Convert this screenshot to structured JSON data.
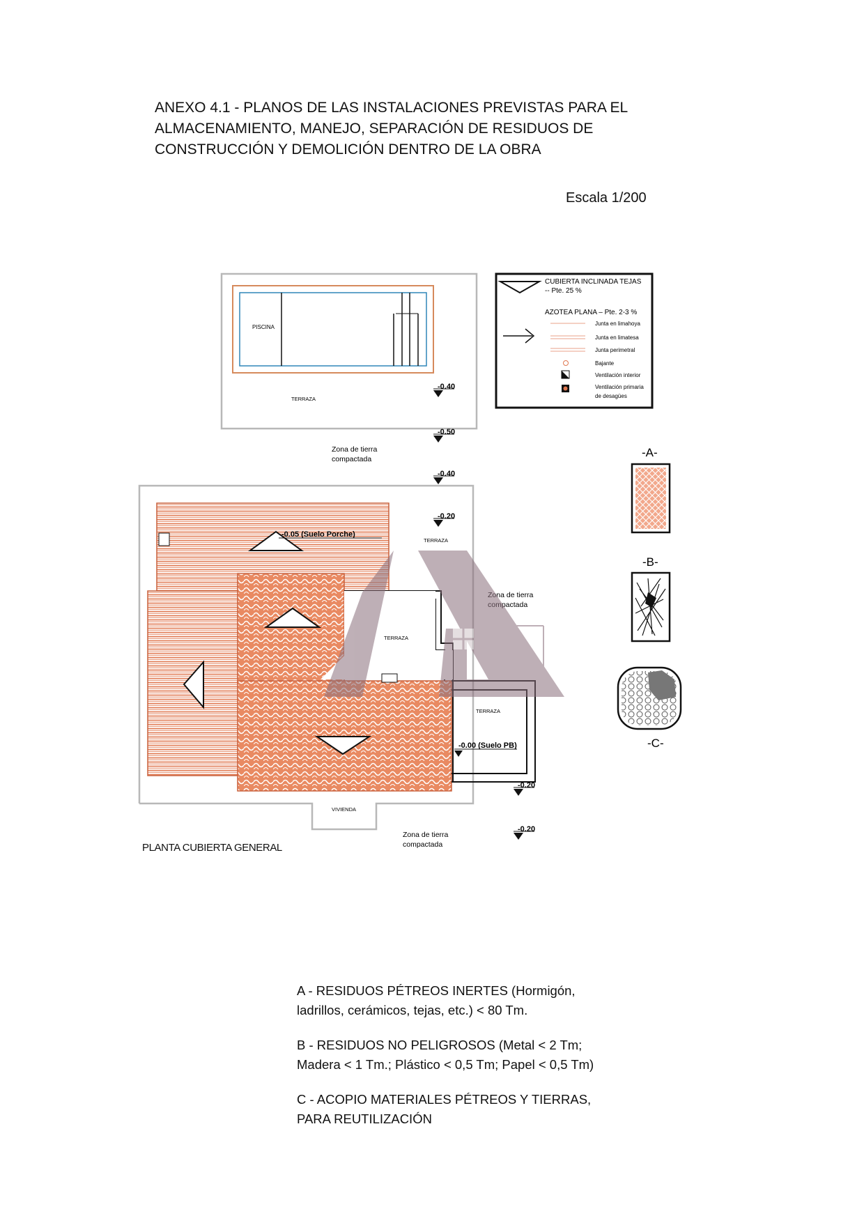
{
  "title": {
    "line1": "ANEXO 4.1 -  PLANOS DE LAS INSTALACIONES PREVISTAS PARA EL",
    "line2": "ALMACENAMIENTO, MANEJO, SEPARACIÓN DE RESIDUOS DE",
    "line3": "CONSTRUCCIÓN Y DEMOLICIÓN DENTRO DE LA OBRA"
  },
  "scale": "Escala 1/200",
  "legend": {
    "cubierta": "CUBIERTA INCLINADA TEJAS",
    "pte25": "-- Pte. 25 %",
    "azotea": "AZOTEA PLANA – Pte. 2-3 %",
    "limahoya": "Junta en limahoya",
    "limatesa": "Junta en limatesa",
    "perimetral": "Junta perimetral",
    "bajante": "Bajante",
    "vent_interior": "Ventilación interior",
    "vent_primaria_1": "Ventilación primaria",
    "vent_primaria_2": "de desagües"
  },
  "plan": {
    "piscina": "PISCINA",
    "terraza": "TERRAZA",
    "vivienda": "VIVIENDA",
    "zona_l1": "Zona de tierra",
    "zona_l2": "compactada",
    "lvl_040": "-0.40",
    "lvl_050": "-0.50",
    "lvl_020": "-0.20",
    "lvl_005": "-0.05 (Suelo Porche)",
    "lvl_000": "-0.00 (Suelo PB)",
    "name": "PLANTA CUBIERTA GENERAL"
  },
  "containers": {
    "a": "-A-",
    "b": "-B-",
    "c": "-C-"
  },
  "notes": {
    "a1": "A - RESIDUOS PÉTREOS INERTES (Hormigón,",
    "a2": "ladrillos, cerámicos, tejas, etc.) < 80 Tm.",
    "b1": "B - RESIDUOS NO PELIGROSOS (Metal < 2 Tm;",
    "b2": "Madera < 1 Tm.; Plástico < 0,5 Tm; Papel < 0,5 Tm)",
    "c1": "C - ACOPIO MATERIALES PÉTREOS Y TIERRAS,",
    "c2": "PARA REUTILIZACIÓN"
  },
  "colors": {
    "tile": "#e07850",
    "pool": "#2f86b8",
    "watermark": "#8a6f7c"
  }
}
